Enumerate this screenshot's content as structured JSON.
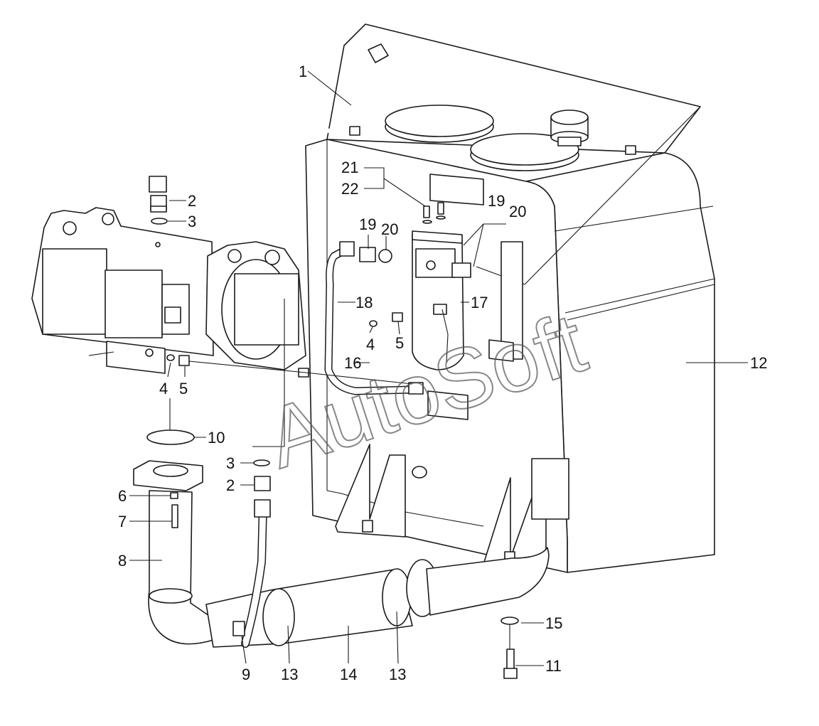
{
  "callouts": [
    {
      "id": "c1",
      "text": "1"
    },
    {
      "id": "c2a",
      "text": "2"
    },
    {
      "id": "c3a",
      "text": "3"
    },
    {
      "id": "c4a",
      "text": "4"
    },
    {
      "id": "c5a",
      "text": "5"
    },
    {
      "id": "c10",
      "text": "10"
    },
    {
      "id": "c3b",
      "text": "3"
    },
    {
      "id": "c2b",
      "text": "2"
    },
    {
      "id": "c6",
      "text": "6"
    },
    {
      "id": "c7",
      "text": "7"
    },
    {
      "id": "c8",
      "text": "8"
    },
    {
      "id": "c9",
      "text": "9"
    },
    {
      "id": "c13a",
      "text": "13"
    },
    {
      "id": "c14",
      "text": "14"
    },
    {
      "id": "c13b",
      "text": "13"
    },
    {
      "id": "c15",
      "text": "15"
    },
    {
      "id": "c11",
      "text": "11"
    },
    {
      "id": "c12",
      "text": "12"
    },
    {
      "id": "c21",
      "text": "21"
    },
    {
      "id": "c22",
      "text": "22"
    },
    {
      "id": "c19a",
      "text": "19"
    },
    {
      "id": "c20a",
      "text": "20"
    },
    {
      "id": "c19b",
      "text": "19"
    },
    {
      "id": "c20b",
      "text": "20"
    },
    {
      "id": "c18",
      "text": "18"
    },
    {
      "id": "c17",
      "text": "17"
    },
    {
      "id": "c4b",
      "text": "4"
    },
    {
      "id": "c5b",
      "text": "5"
    },
    {
      "id": "c16",
      "text": "16"
    }
  ],
  "watermark": "AutoSoft"
}
